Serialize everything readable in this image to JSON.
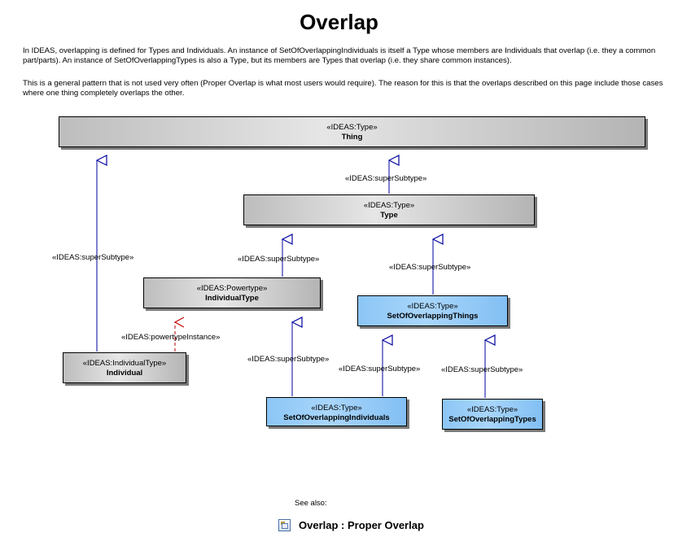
{
  "page": {
    "title": "Overlap",
    "paragraphs": [
      "In IDEAS, overlapping is defined for Types and Individuals. An instance of SetOfOverlappingIndividuals is itself a Type whose members are Individuals that overlap (i.e. they a common part/parts). An instance of SetOfOverlappingTypes is also a Type, but its members are Types that overlap (i.e. they share common instances).",
      "This is a general pattern that is not used very often (Proper Overlap is what most users would require). The reason for this is that the overlaps described on this page include those cases where one thing completely overlaps the other."
    ]
  },
  "diagram": {
    "boxes": {
      "thing": {
        "stereotype": "«IDEAS:Type»",
        "name": "Thing"
      },
      "type": {
        "stereotype": "«IDEAS:Type»",
        "name": "Type"
      },
      "individual_type": {
        "stereotype": "«IDEAS:Powertype»",
        "name": "IndividualType"
      },
      "set_of_overlapping_things": {
        "stereotype": "«IDEAS:Type»",
        "name": "SetOfOverlappingThings"
      },
      "individual": {
        "stereotype": "«IDEAS:IndividualType»",
        "name": "Individual"
      },
      "set_of_overlapping_individuals": {
        "stereotype": "«IDEAS:Type»",
        "name": "SetOfOverlappingIndividuals"
      },
      "set_of_overlapping_types": {
        "stereotype": "«IDEAS:Type»",
        "name": "SetOfOverlappingTypes"
      }
    },
    "edge_labels": {
      "individual_to_thing": "«IDEAS:superSubtype»",
      "type_to_thing": "«IDEAS:superSubtype»",
      "individualtype_to_type": "«IDEAS:superSubtype»",
      "setthings_to_type": "«IDEAS:superSubtype»",
      "individual_to_individualtype": "«IDEAS:powertypeInstance»",
      "setindividuals_to_individualtype": "«IDEAS:superSubtype»",
      "setindividuals_to_setthings": "«IDEAS:superSubtype»",
      "settypes_to_setthings": "«IDEAS:superSubtype»"
    },
    "colors": {
      "gray_box": "#c8c8c8",
      "blue_box": "#99ccf8",
      "edge": "#0000a0",
      "powertype_edge": "#c00000"
    }
  },
  "footer": {
    "see_also": "See also:",
    "link_text": "Overlap : Proper Overlap"
  }
}
